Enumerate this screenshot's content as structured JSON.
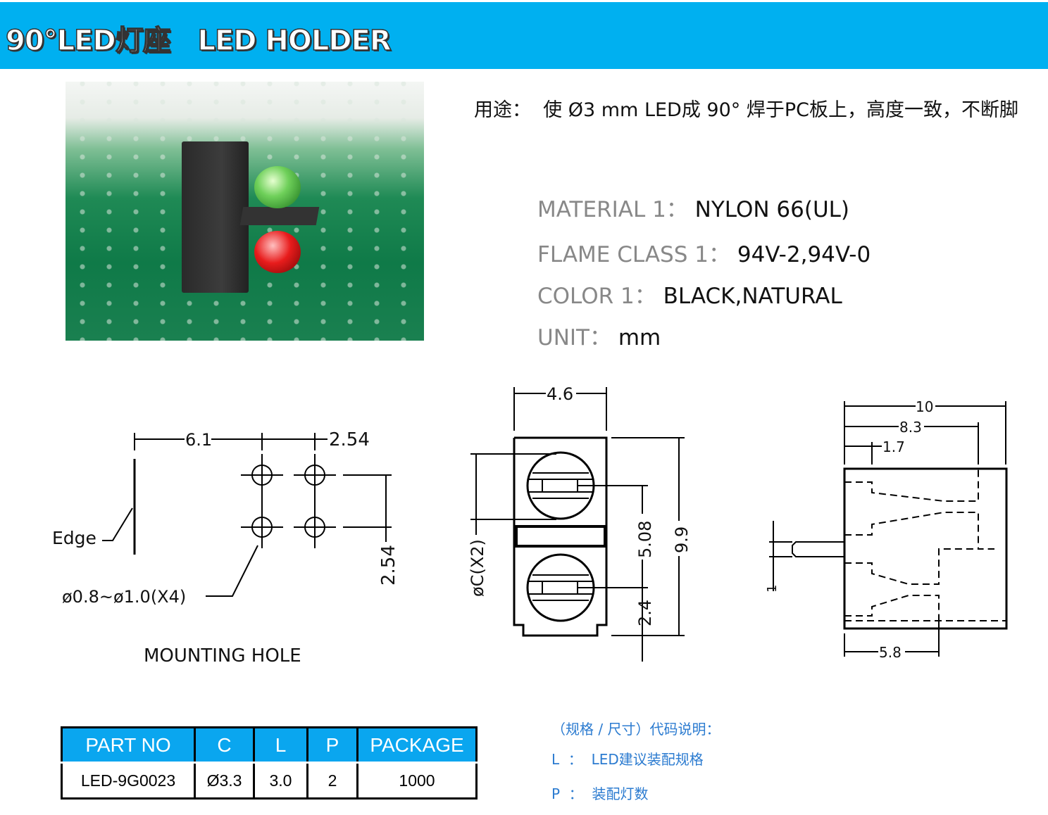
{
  "header": {
    "title": "90°LED灯座   LED HOLDER"
  },
  "usage": "用途：  使 Ø3 mm LED成 90° 焊于PC板上，高度一致，不断脚",
  "specs": [
    {
      "label": "MATERIAL 1：",
      "value": "NYLON 66(UL)"
    },
    {
      "label": "FLAME CLASS 1：",
      "value": "94V-2,94V-0"
    },
    {
      "label": "COLOR 1：",
      "value": "BLACK,NATURAL"
    },
    {
      "label": "UNIT：",
      "value": "mm"
    }
  ],
  "drawing": {
    "mounting": {
      "dim_a": "6.1",
      "dim_b": "2.54",
      "dim_c": "2.54",
      "edge": "Edge",
      "hole": "ø0.8~ø1.0(X4)",
      "caption": "MOUNTING   HOLE"
    },
    "front": {
      "width": "4.6",
      "dia": "øC(X2)",
      "pitch": "5.08",
      "height": "9.9",
      "base": "2.4"
    },
    "side": {
      "d10": "10",
      "d83": "8.3",
      "d17": "1.7",
      "d58": "5.8",
      "lead": "1"
    }
  },
  "table": {
    "headers": [
      "PART NO",
      "C",
      "L",
      "P",
      "PACKAGE"
    ],
    "rows": [
      [
        "LED-9G0023",
        "Ø3.3",
        "3.0",
        "2",
        "1000"
      ]
    ]
  },
  "notes": {
    "title": "（规格 / 尺寸）代码说明：",
    "l": "L  ：  LED建议装配规格",
    "p": "P  ：  装配灯数"
  },
  "colors": {
    "header": "#00b0f0",
    "table_header": "#0aa6ef",
    "notes": "#2b7bd0"
  }
}
